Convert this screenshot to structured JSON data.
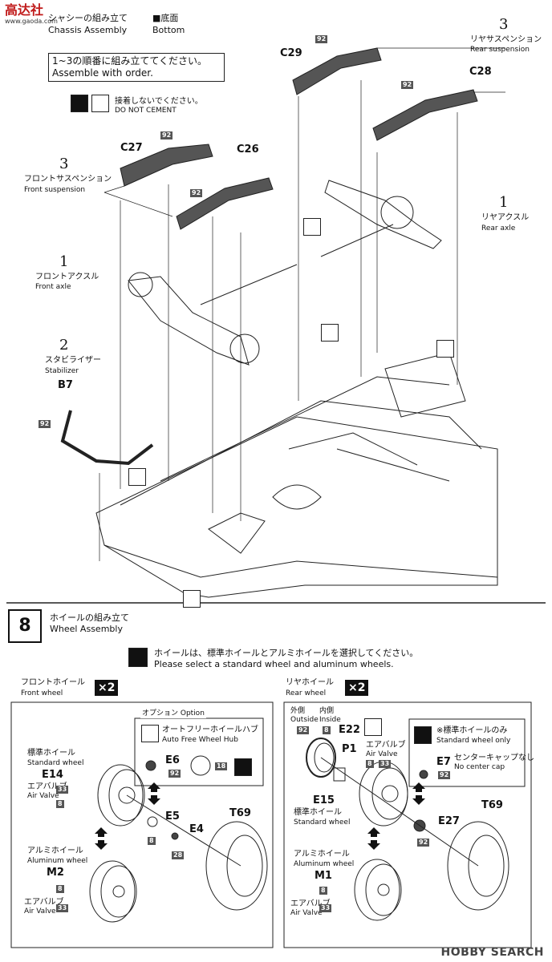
{
  "logo": {
    "text": "高达社",
    "url": "www.gaoda.com"
  },
  "chassis": {
    "title_jp": "シャシーの組み立て",
    "title_en": "Chassis Assembly",
    "view_jp": "■底面",
    "view_en": "Bottom",
    "order_jp": "1~3の順番に組み立ててください。",
    "order_en": "Assemble with order.",
    "no_cement_jp": "接着しないでください。",
    "no_cement_en": "DO NOT CEMENT"
  },
  "parts": {
    "c29": "C29",
    "c28": "C28",
    "c27": "C27",
    "c26": "C26",
    "b7": "B7",
    "rear_susp": {
      "num": "3",
      "jp": "リヤサスペンション",
      "en": "Rear suspension"
    },
    "rear_axle": {
      "num": "1",
      "jp": "リヤアクスル",
      "en": "Rear axle"
    },
    "front_susp": {
      "num": "3",
      "jp": "フロントサスペンション",
      "en": "Front suspension"
    },
    "front_axle": {
      "num": "1",
      "jp": "フロントアクスル",
      "en": "Front axle"
    },
    "stabilizer": {
      "num": "2",
      "jp": "スタビライザー",
      "en": "Stabilizer"
    },
    "tag92": "92"
  },
  "wheel": {
    "step": "8",
    "title_jp": "ホイールの組み立て",
    "title_en": "Wheel Assembly",
    "select_jp": "ホイールは、標準ホイールとアルミホイールを選択してください。",
    "select_en": "Please select a standard wheel and aluminum wheels.",
    "front": {
      "jp": "フロントホイール",
      "en": "Front wheel",
      "count": "×2",
      "option_label": "オプション Option",
      "hub_jp": "オートフリーホイールハブ",
      "hub_en": "Auto Free Wheel Hub",
      "std_jp": "標準ホイール",
      "std_en": "Standard wheel",
      "e14": "E14",
      "e6": "E6",
      "e5": "E5",
      "e4": "E4",
      "t69": "T69",
      "air_jp": "エアバルブ",
      "air_en": "Air Valve",
      "alu_jp": "アルミホイール",
      "alu_en": "Aluminum wheel",
      "m2": "M2",
      "tags": {
        "t33": "33",
        "t8": "8",
        "t92": "92",
        "t18": "18",
        "t28": "28"
      }
    },
    "rear": {
      "jp": "リヤホイール",
      "en": "Rear wheel",
      "count": "×2",
      "outside_jp": "外側",
      "outside_en": "Outside",
      "inside_jp": "内側",
      "inside_en": "Inside",
      "e22": "E22",
      "p1": "P1",
      "air_jp": "エアバルブ",
      "air_en": "Air Valve",
      "std_only_jp": "※標準ホイールのみ",
      "std_only_en": "Standard wheel only",
      "e7": "E7",
      "cap_jp": "センターキャップなし",
      "cap_en": "No center cap",
      "e15": "E15",
      "std_jp": "標準ホイール",
      "std_en": "Standard wheel",
      "e27": "E27",
      "t69": "T69",
      "alu_jp": "アルミホイール",
      "alu_en": "Aluminum wheel",
      "m1": "M1",
      "tags": {
        "t92": "92",
        "t8": "8",
        "t33": "33"
      }
    }
  },
  "watermark": "HOBBY SEARCH"
}
